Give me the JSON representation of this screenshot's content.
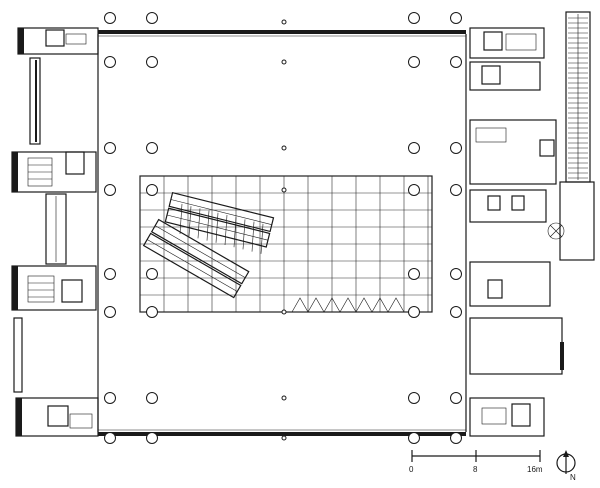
{
  "scale_bar": {
    "tick_labels": [
      "0",
      "8",
      "16m"
    ]
  },
  "north_arrow": {
    "label": "N"
  }
}
